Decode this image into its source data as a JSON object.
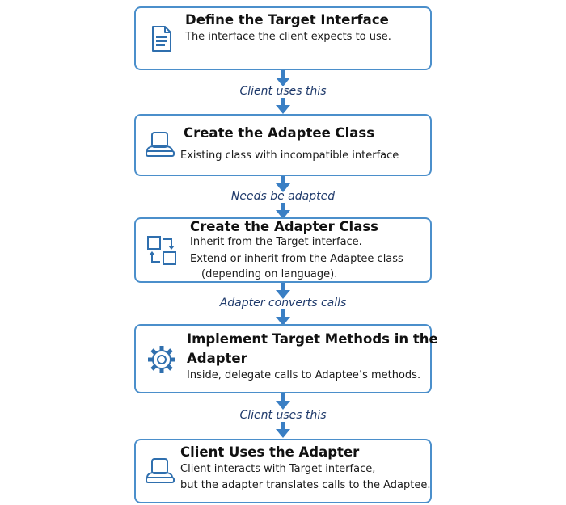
{
  "steps": [
    {
      "title": "Define the Target Interface",
      "lines": [
        "The interface the client expects to use."
      ],
      "icon": "document-icon"
    },
    {
      "title": "Create the Adaptee Class",
      "lines": [
        "Existing class with incompatible interface"
      ],
      "icon": "user-computer-icon"
    },
    {
      "title": "Create the Adapter Class",
      "lines": [
        "Inherit from the Target interface.",
        "Extend or inherit from the Adaptee class",
        "(depending on language)."
      ],
      "icon": "adapter-squares-icon"
    },
    {
      "title_lines": [
        "Implement Target Methods in the",
        "Adapter"
      ],
      "lines": [
        "Inside, delegate calls to Adaptee’s methods."
      ],
      "icon": "gear-icon"
    },
    {
      "title": "Client Uses the Adapter",
      "lines": [
        "Client interacts with Target interface,",
        "but the adapter translates calls to the Adaptee."
      ],
      "icon": "user-computer-icon"
    }
  ],
  "connectors": [
    "Client uses this",
    "Needs be adapted",
    "Adapter converts calls",
    "Client uses this"
  ],
  "colors": {
    "border": "#4b8fcb",
    "arrow": "#3a7fc4",
    "icon": "#2f6fae",
    "label": "#1f3a6b"
  }
}
